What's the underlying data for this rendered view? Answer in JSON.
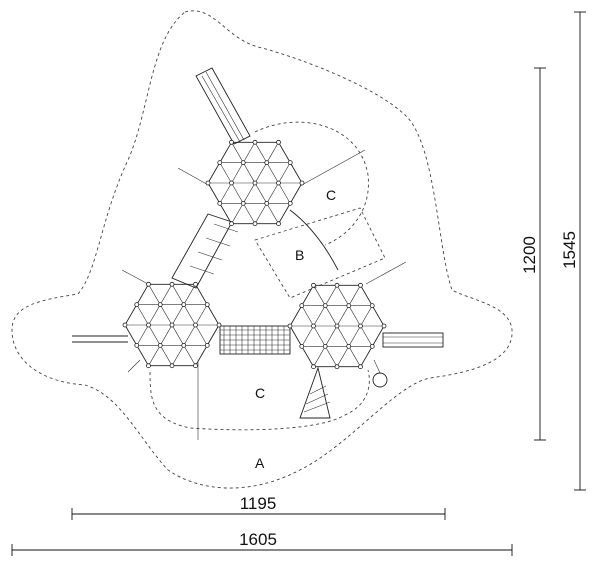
{
  "zones": {
    "a_label": "A",
    "b_label": "B",
    "c_top_label": "C",
    "c_bottom_label": "C"
  },
  "dimensions": {
    "inner_width": "1195",
    "outer_width": "1605",
    "inner_height": "1200",
    "outer_height": "1545"
  },
  "colors": {
    "line": "#222222",
    "background": "#ffffff"
  }
}
